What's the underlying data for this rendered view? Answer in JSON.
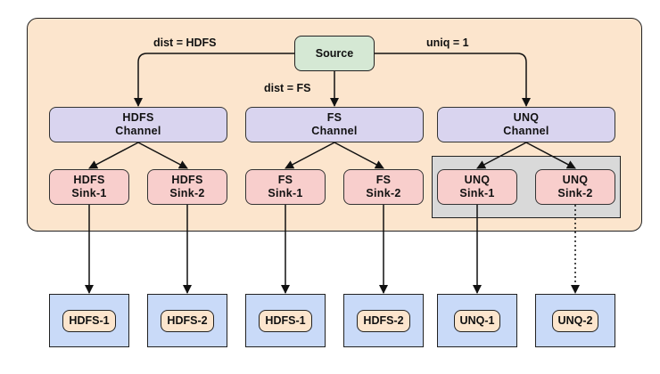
{
  "source": "Source",
  "channels": [
    {
      "line1": "HDFS",
      "line2": "Channel"
    },
    {
      "line1": "FS",
      "line2": "Channel"
    },
    {
      "line1": "UNQ",
      "line2": "Channel"
    }
  ],
  "sinks": [
    {
      "line1": "HDFS",
      "line2": "Sink-1"
    },
    {
      "line1": "HDFS",
      "line2": "Sink-2"
    },
    {
      "line1": "FS",
      "line2": "Sink-1"
    },
    {
      "line1": "FS",
      "line2": "Sink-2"
    },
    {
      "line1": "UNQ",
      "line2": "Sink-1"
    },
    {
      "line1": "UNQ",
      "line2": "Sink-2"
    }
  ],
  "destinations": [
    "HDFS-1",
    "HDFS-2",
    "HDFS-1",
    "HDFS-2",
    "UNQ-1",
    "UNQ-2"
  ],
  "edge_labels": {
    "left": "dist = HDFS",
    "middle": "dist = FS",
    "right": "uniq = 1"
  },
  "colors": {
    "agent_bg": "#fce5cd",
    "source_bg": "#d5e8d4",
    "channel_bg": "#d9d4ef",
    "sink_bg": "#f8cecc",
    "group_bg": "#d9d9d9",
    "destination_bg": "#c9daf8"
  }
}
